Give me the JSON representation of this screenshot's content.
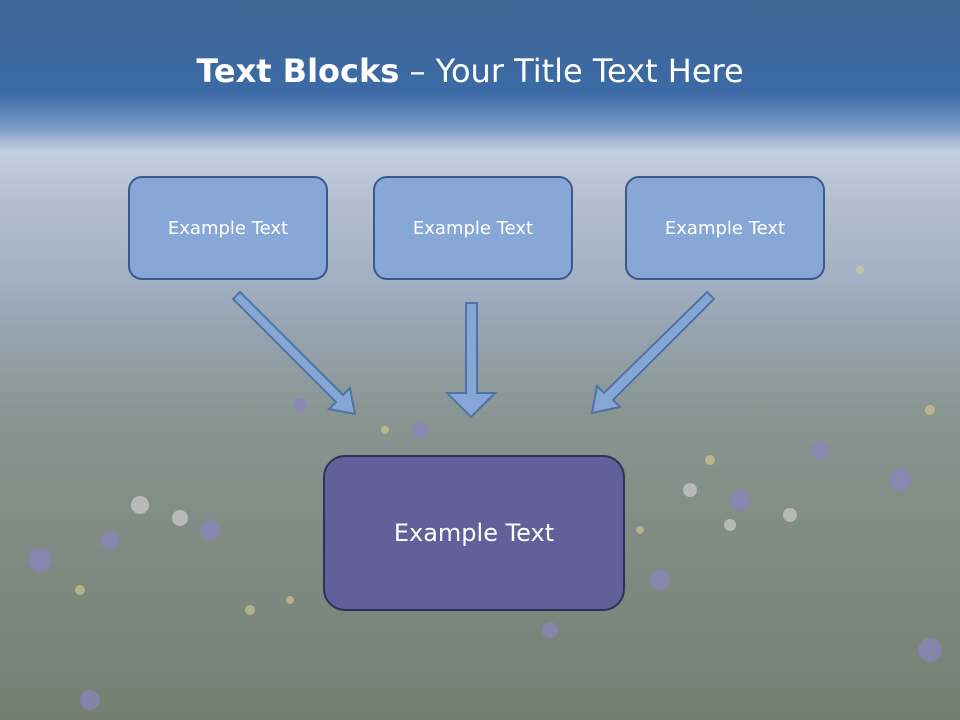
{
  "slide": {
    "title_bold": "Text Blocks",
    "title_dash": " – ",
    "title_rest": "Your Title Text Here"
  },
  "blocks": {
    "top": [
      "Example Text",
      "Example Text",
      "Example Text"
    ],
    "bottom": "Example Text"
  },
  "colors": {
    "title_band": "#3f6aa6",
    "small_box_fill": "#87a8d6",
    "main_box_fill": "#62609a",
    "arrow_fill": "#86a7d5"
  }
}
